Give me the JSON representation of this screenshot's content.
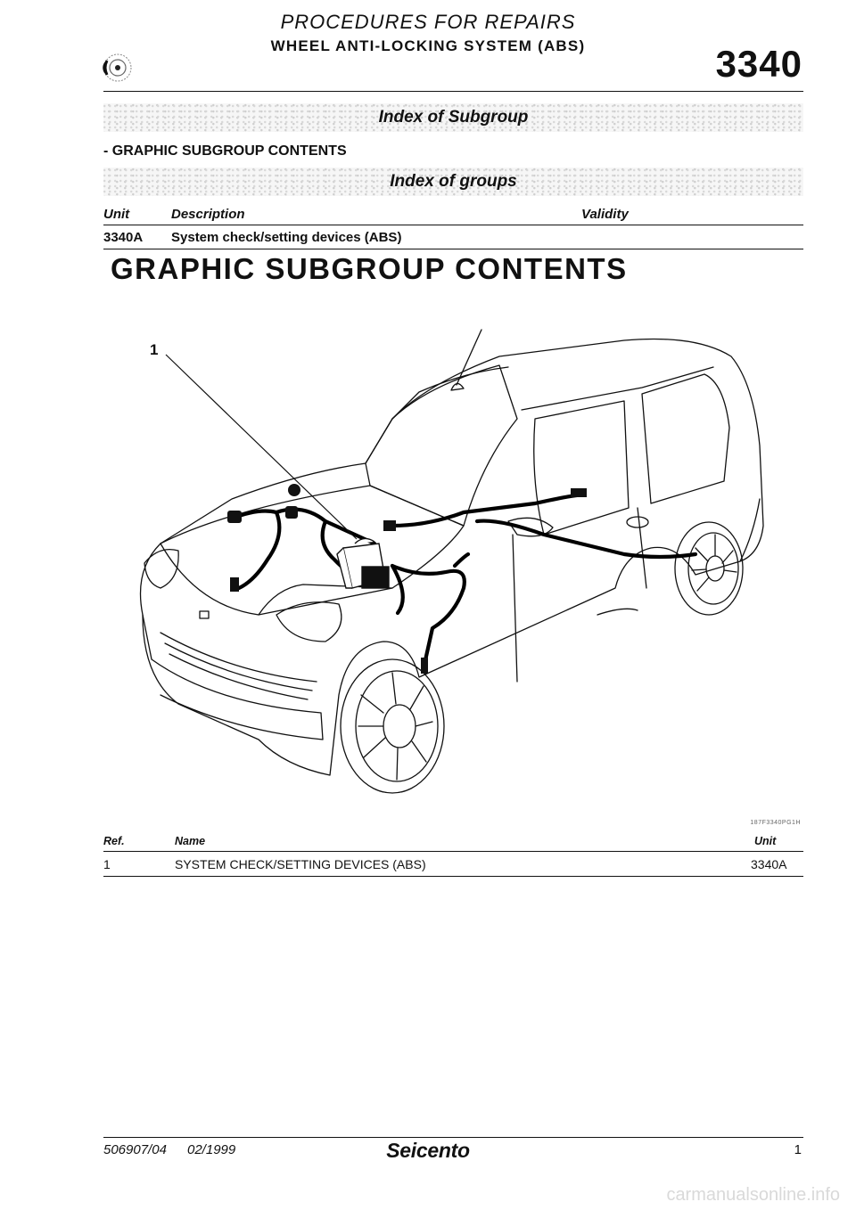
{
  "header": {
    "section": "PROCEDURES FOR REPAIRS",
    "system": "WHEEL ANTI-LOCKING SYSTEM (ABS)",
    "code": "3340",
    "icon": "abs-wheel-icon"
  },
  "index_subgroup": {
    "title": "Index of Subgroup",
    "items": [
      "- GRAPHIC SUBGROUP CONTENTS"
    ]
  },
  "index_groups": {
    "title": "Index of groups",
    "columns": {
      "unit": "Unit",
      "description": "Description",
      "validity": "Validity"
    },
    "rows": [
      {
        "unit": "3340A",
        "description": "System check/setting devices (ABS)",
        "validity": ""
      }
    ]
  },
  "graphic": {
    "title": "GRAPHIC SUBGROUP CONTENTS",
    "callout": "1",
    "figure_code": "187F3340PG1H"
  },
  "parts_table": {
    "columns": {
      "ref": "Ref.",
      "name": "Name",
      "unit": "Unit"
    },
    "rows": [
      {
        "ref": "1",
        "name": "SYSTEM CHECK/SETTING DEVICES (ABS)",
        "unit": "3340A"
      }
    ]
  },
  "footer": {
    "doc_number": "506907/04",
    "date": "02/1999",
    "brand": "Seicento",
    "page": "1"
  },
  "watermark": "carmanualsonline.info",
  "colors": {
    "ink": "#111111",
    "wiring": "#000000",
    "band": "#f6f6f6"
  }
}
